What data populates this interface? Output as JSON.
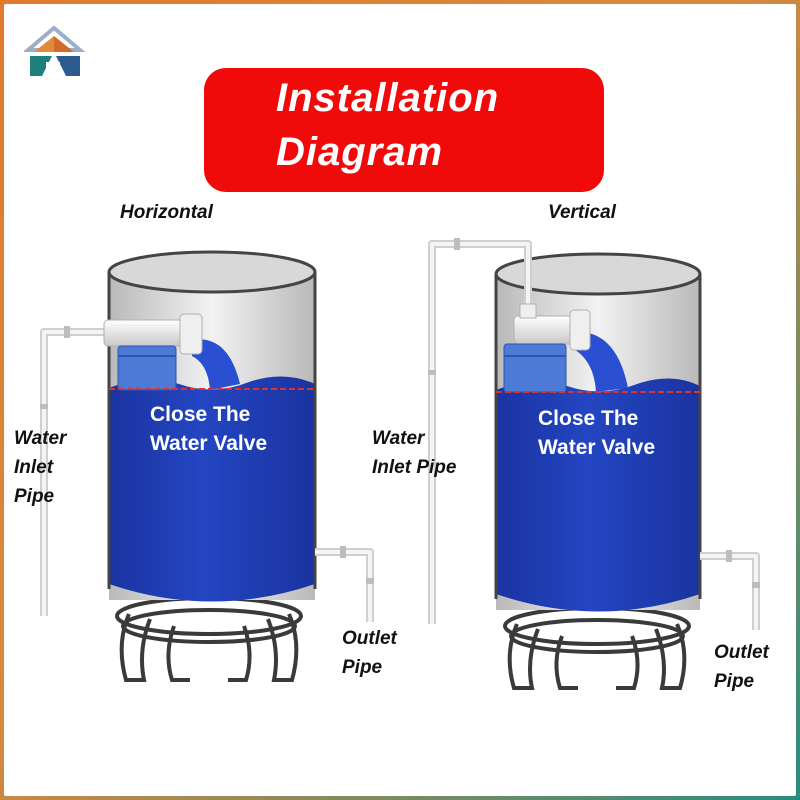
{
  "title": {
    "line1": "Installation",
    "line2": "Diagram"
  },
  "left": {
    "heading": "Horizontal",
    "inside_line1": "Close The",
    "inside_line2": "Water Valve",
    "inlet_line1": "Water",
    "inlet_line2": "Inlet",
    "inlet_line3": "Pipe",
    "outlet_line1": "Outlet",
    "outlet_line2": "Pipe"
  },
  "right": {
    "heading": "Vertical",
    "inside_line1": "Close The",
    "inside_line2": "Water Valve",
    "inlet_line1": "Water",
    "inlet_line2": "Inlet Pipe",
    "outlet_line1": "Outlet",
    "outlet_line2": "Pipe"
  },
  "colors": {
    "title_bg": "#f00a0a",
    "water": "#1f3fb8",
    "water_light": "#3a63d8",
    "valve_float": "#3f6fd0",
    "pipe": "#e8e8e8",
    "level_line": "#e03030"
  }
}
